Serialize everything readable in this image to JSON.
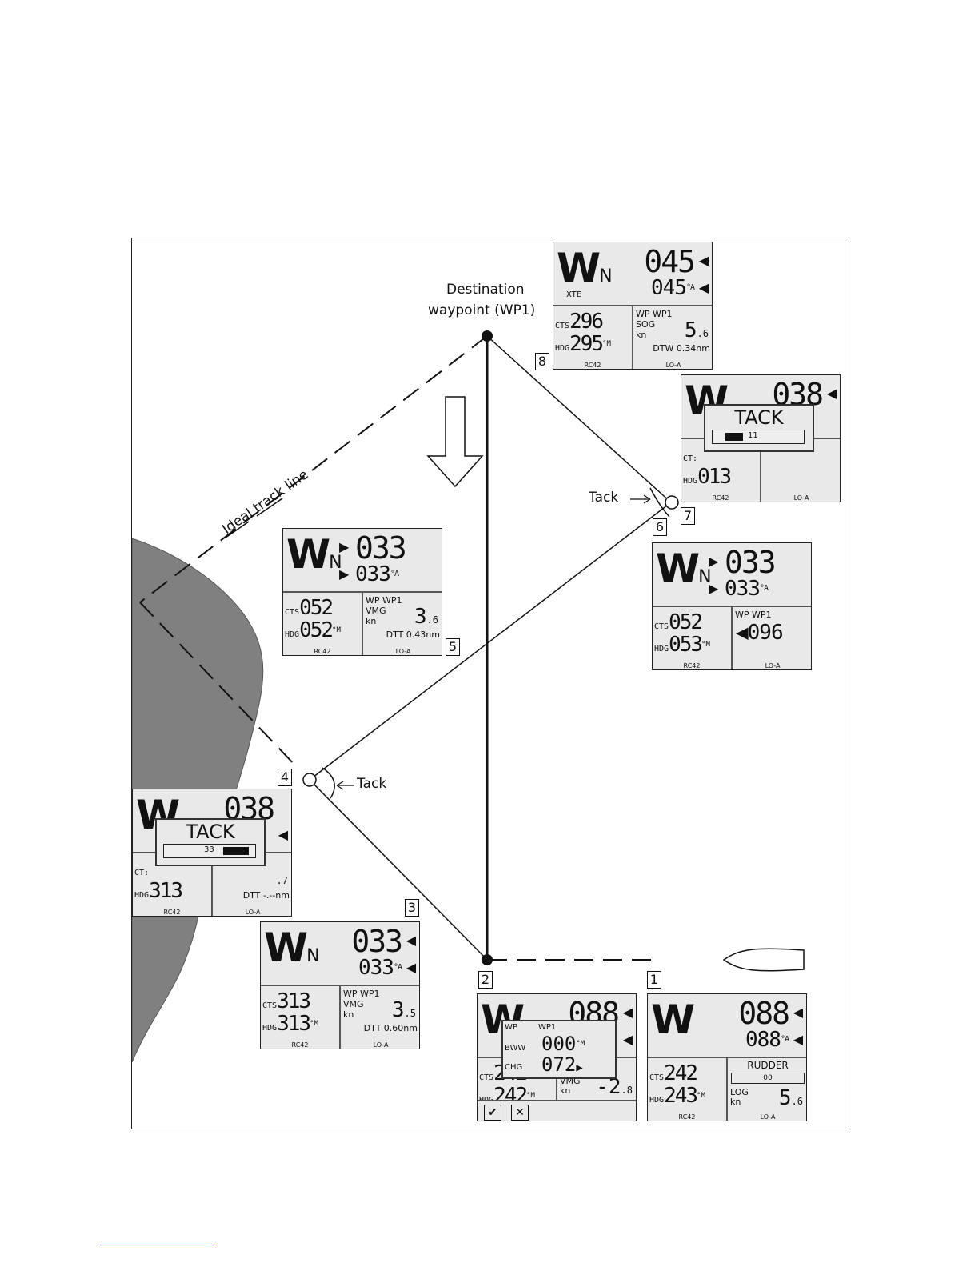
{
  "labels": {
    "destination_line1": "Destination",
    "destination_line2": "waypoint (WP1)",
    "ideal_track": "Ideal track line",
    "tack_upper": "Tack",
    "tack_lower": "Tack"
  },
  "step_numbers": [
    "1",
    "2",
    "3",
    "4",
    "5",
    "6",
    "7",
    "8"
  ],
  "displays": {
    "d1": {
      "heading": "088",
      "course": "088",
      "course_unit": "°A",
      "cts": "242",
      "hdg": "243",
      "hdg_unit": "°M",
      "rudder_label": "RUDDER",
      "rudder_value": "00",
      "log_label": "LOG",
      "log_unit": "kn",
      "log_value": "5",
      "log_dec": ".6",
      "cts_tag": "CTS",
      "hdg_tag": "HDG",
      "rc": "RC42",
      "lo": "LO-A",
      "w": "W",
      "n": ""
    },
    "d2": {
      "heading": "088",
      "wp_label": "WP",
      "wp_name": "WP1",
      "bww_label": "BWW",
      "bww": "000",
      "bww_unit": "°M",
      "chg_label": "CHG",
      "chg": "072",
      "cts": "242",
      "hdg": "242",
      "hdg_unit": "°M",
      "vmg_label": "VMG",
      "vmg_unit": "kn",
      "vmg_value": "-2",
      "vmg_dec": ".8",
      "cts_tag": "CTS",
      "hdg_tag": "HDG",
      "w": "W"
    },
    "d3": {
      "heading": "033",
      "course": "033",
      "course_unit": "°A",
      "cts": "313",
      "hdg": "313",
      "hdg_unit": "°M",
      "wp": "WP WP1",
      "vmg_label": "VMG",
      "vmg_unit": "kn",
      "vmg_value": "3",
      "vmg_dec": ".5",
      "dtt": "DTT 0.60nm",
      "cts_tag": "CTS",
      "hdg_tag": "HDG",
      "rc": "RC42",
      "lo": "LO-A",
      "w": "W",
      "n": "N"
    },
    "d4": {
      "heading": "038",
      "tack_title": "TACK",
      "tack_value": "33",
      "cts_tag": "CT:",
      "hdg": "313",
      "hdg_tag": "HDG",
      "dtt": "DTT  -.--nm",
      "vmg_dec": ".7",
      "rc": "RC42",
      "lo": "LO-A",
      "w": "W"
    },
    "d5": {
      "heading": "033",
      "course": "033",
      "course_unit": "°A",
      "cts": "052",
      "hdg": "052",
      "hdg_unit": "°M",
      "wp": "WP WP1",
      "vmg_label": "VMG",
      "vmg_unit": "kn",
      "vmg_value": "3",
      "vmg_dec": ".6",
      "dtt": "DTT 0.43nm",
      "cts_tag": "CTS",
      "hdg_tag": "HDG",
      "rc": "RC42",
      "lo": "LO-A",
      "w": "W",
      "n": "N"
    },
    "d6": {
      "heading": "033",
      "course": "033",
      "course_unit": "°A",
      "cts": "052",
      "hdg": "053",
      "hdg_unit": "°M",
      "wp": "WP WP1",
      "bearing": "096",
      "cts_tag": "CTS",
      "hdg_tag": "HDG",
      "rc": "RC42",
      "lo": "LO-A",
      "w": "W",
      "n": "N"
    },
    "d7": {
      "heading": "038",
      "tack_title": "TACK",
      "tack_value": "11",
      "cts_tag": "CT:",
      "hdg": "013",
      "hdg_tag": "HDG",
      "rc": "RC42",
      "lo": "LO-A",
      "w": "W"
    },
    "d8": {
      "heading": "045",
      "course": "045",
      "course_unit": "°A",
      "xte": "XTE",
      "cts": "296",
      "hdg": "295",
      "hdg_unit": "°M",
      "wp": "WP WP1",
      "sog_label": "SOG",
      "sog_unit": "kn",
      "sog_value": "5",
      "sog_dec": ".6",
      "dtw": "DTW 0.34nm",
      "cts_tag": "CTS",
      "hdg_tag": "HDG",
      "rc": "RC42",
      "lo": "LO-A",
      "w": "W",
      "n": "N"
    }
  },
  "icons": {
    "confirm": "check-icon",
    "cancel": "cross-icon",
    "arrow": "arrow-icon"
  },
  "colors": {
    "land": "#808080",
    "lcd_bg": "#e9e9e9"
  }
}
